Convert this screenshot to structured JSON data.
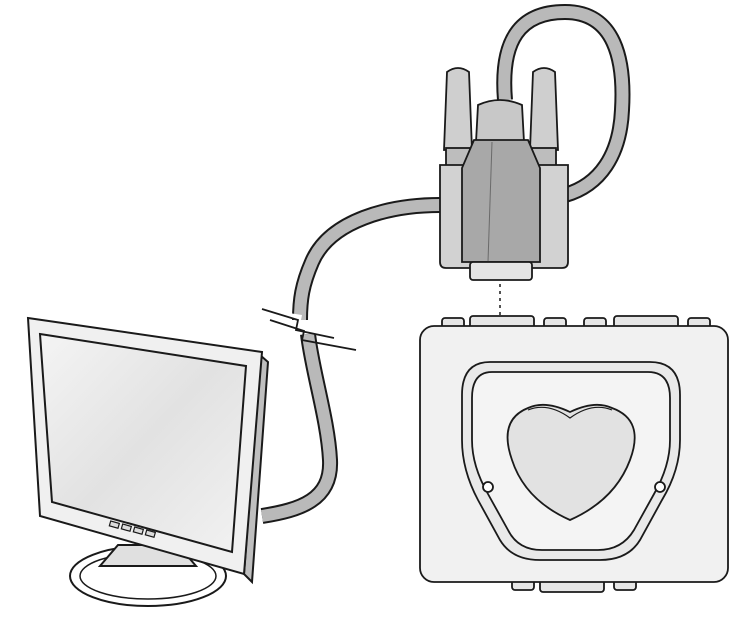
{
  "figure": {
    "background": "#ffffff",
    "line_color": "#1a1a1a",
    "components": [
      {
        "id": "monitor",
        "label": "",
        "icon": "lcd-monitor-icon"
      },
      {
        "id": "cable",
        "label": "",
        "icon": "vga-cable-icon"
      },
      {
        "id": "vga-connector",
        "label": "",
        "icon": "db15-plug-icon"
      },
      {
        "id": "kvm-switch",
        "label": "",
        "icon": "kvm-switch-box-icon"
      }
    ],
    "colors": {
      "cable_fill": "#b9b9b9",
      "connector_shell": "#d2d2d2",
      "connector_body": "#a8a8a8",
      "screen_fill": "#e8e8e8",
      "switch_fill": "#f1f1f1",
      "stroke": "#1a1a1a"
    }
  }
}
